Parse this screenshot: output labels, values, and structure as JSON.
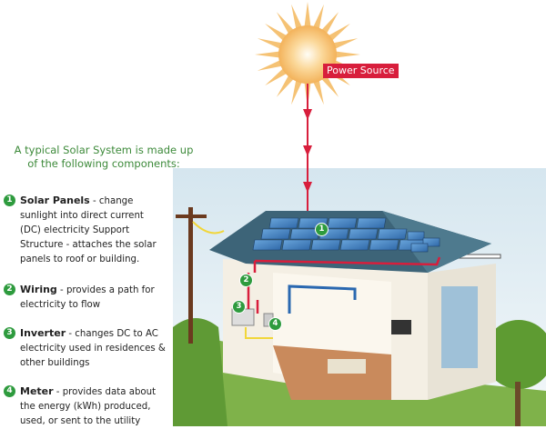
{
  "intro": "A typical Solar System is made up of the following components:",
  "power_source_label": "Power Source",
  "components": [
    {
      "number": "1",
      "name": "Solar Panels",
      "sep": " - ",
      "description": "change sunlight into direct current (DC) electricity Support Structure - attaches the  solar panels to roof or building."
    },
    {
      "number": "2",
      "name": "Wiring",
      "sep": " - ",
      "description": "provides a path for electricity to flow"
    },
    {
      "number": "3",
      "name": "Inverter",
      "sep": " - ",
      "description": "changes DC to AC electricity used in residences & other buildings"
    },
    {
      "number": "4",
      "name": "Meter",
      "sep": " - ",
      "description": "provides data about the energy (kWh) produced, used, or sent to the utility"
    }
  ],
  "colors": {
    "accent_green": "#2e9b3e",
    "arrow_red": "#d81e3c",
    "panel_blue": "#4a86c4",
    "roof": "#3d6478"
  }
}
